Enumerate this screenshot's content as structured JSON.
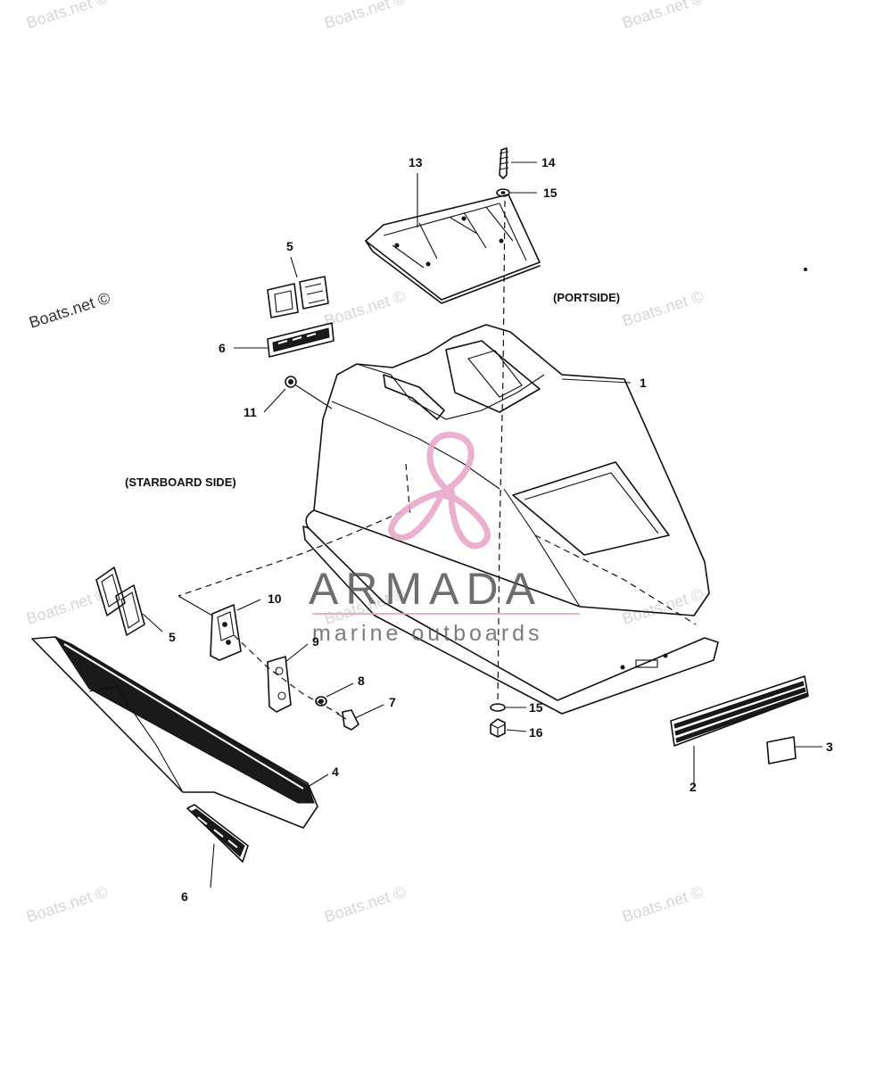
{
  "watermark": {
    "text": "Boats.net ©"
  },
  "side_labels": {
    "portside": "(PORTSIDE)",
    "starboard": "(STARBOARD SIDE)"
  },
  "brand": {
    "name": "ARMADA",
    "tagline": "marine outboards",
    "color": "#e8a3c8"
  },
  "callouts": {
    "c1": "1",
    "c2": "2",
    "c3": "3",
    "c4": "4",
    "c5a": "5",
    "c5b": "5",
    "c6a": "6",
    "c6b": "6",
    "c7": "7",
    "c8": "8",
    "c9": "9",
    "c10": "10",
    "c11": "11",
    "c13": "13",
    "c14": "14",
    "c15a": "15",
    "c15b": "15",
    "c16": "16"
  }
}
